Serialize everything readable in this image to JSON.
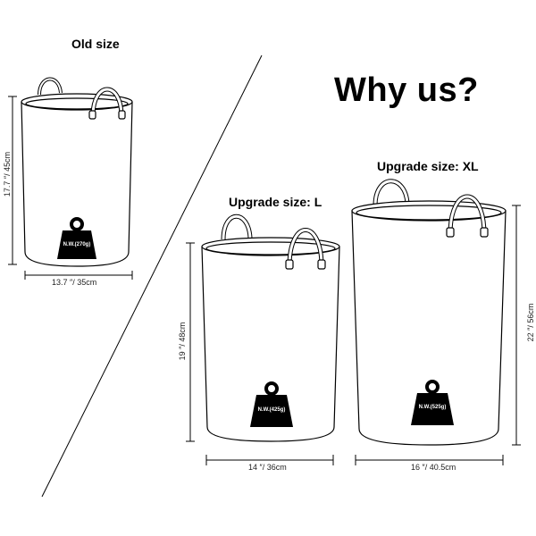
{
  "headline": "Why us?",
  "old": {
    "title": "Old size",
    "weight": "N.W.(270g)",
    "height_label": "17.7 ″/ 45cm",
    "width_label": "13.7 ″/ 35cm"
  },
  "large": {
    "title": "Upgrade size: L",
    "weight": "N.W.(425g)",
    "height_label": "19 ″/ 48cm",
    "width_label": "14 ″/ 36cm"
  },
  "xlarge": {
    "title": "Upgrade size: XL",
    "weight": "N.W.(525g)",
    "height_label": "22 ″/ 56cm",
    "width_label": "16 ″/ 40.5cm"
  }
}
